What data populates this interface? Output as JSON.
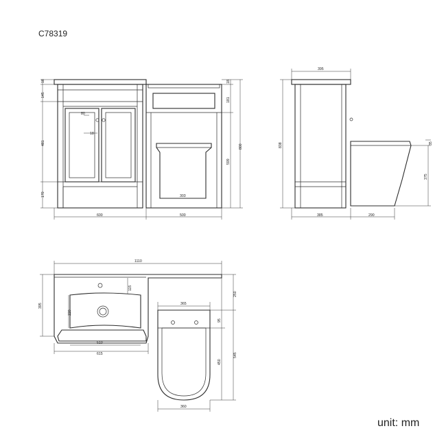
{
  "product_code": "C78319",
  "unit_label": "unit: mm",
  "front_view": {
    "top_thickness": "18",
    "drawer_height": "145",
    "door_height": "481",
    "leg_height": "170",
    "handle_gap": "80",
    "handle_offset": "18",
    "unit_width": "600",
    "toilet_unit_width": "500",
    "right_top_thickness": "18",
    "right_panel_height": "181",
    "right_lower_height": "599",
    "overall_height": "800",
    "pan_width": "303"
  },
  "side_view": {
    "depth": "395",
    "height": "838",
    "cabinet_depth": "385",
    "pan_projection": "290",
    "pan_height": "375",
    "pan_rim": "35"
  },
  "plan_view": {
    "overall_width": "1110",
    "basin_depth": "395",
    "tap_offset": "115",
    "bowl_depth": "220",
    "bowl_width": "510",
    "basin_width": "615",
    "right_depth": "250",
    "seat_width": "365",
    "seat_offset": "95",
    "seat_length": "450",
    "overall_depth": "545",
    "seat_base_width": "360"
  }
}
